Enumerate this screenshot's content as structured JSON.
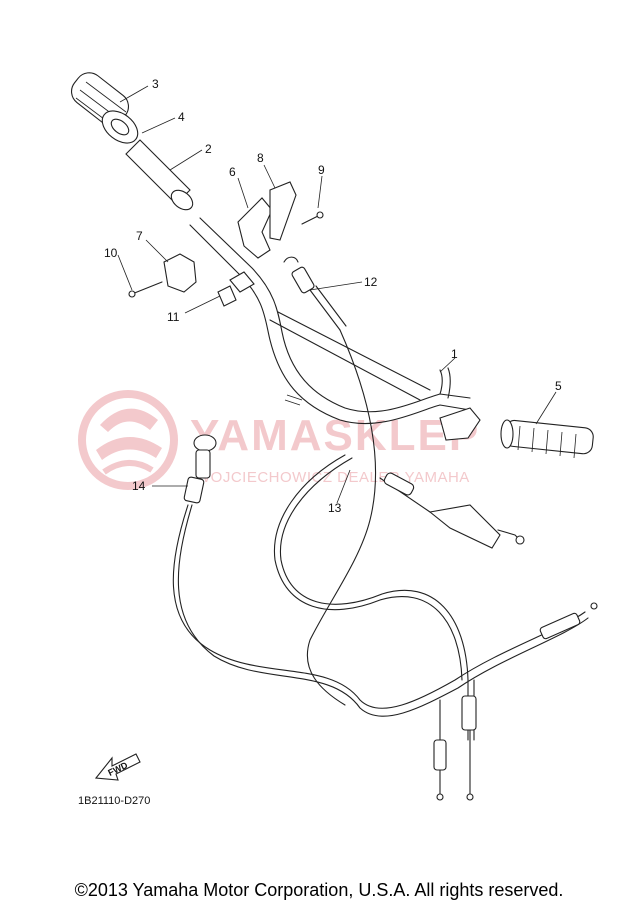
{
  "diagram_code": "1B21110-D270",
  "copyright": "©2013 Yamaha Motor Corporation, U.S.A. All rights reserved.",
  "watermark": {
    "brand": "YAMASKLEP",
    "tagline": "WOJCIECHOWICZ DEALER YAMAHA",
    "color": "#f3c9cc"
  },
  "fwd_label": "FWD",
  "callouts": [
    {
      "id": "1",
      "label": "1"
    },
    {
      "id": "2",
      "label": "2"
    },
    {
      "id": "3",
      "label": "3"
    },
    {
      "id": "4",
      "label": "4"
    },
    {
      "id": "5",
      "label": "5"
    },
    {
      "id": "6",
      "label": "6"
    },
    {
      "id": "7",
      "label": "7"
    },
    {
      "id": "8",
      "label": "8"
    },
    {
      "id": "9",
      "label": "9"
    },
    {
      "id": "10",
      "label": "10"
    },
    {
      "id": "11",
      "label": "11"
    },
    {
      "id": "12",
      "label": "12"
    },
    {
      "id": "13",
      "label": "13"
    },
    {
      "id": "14",
      "label": "14"
    }
  ]
}
